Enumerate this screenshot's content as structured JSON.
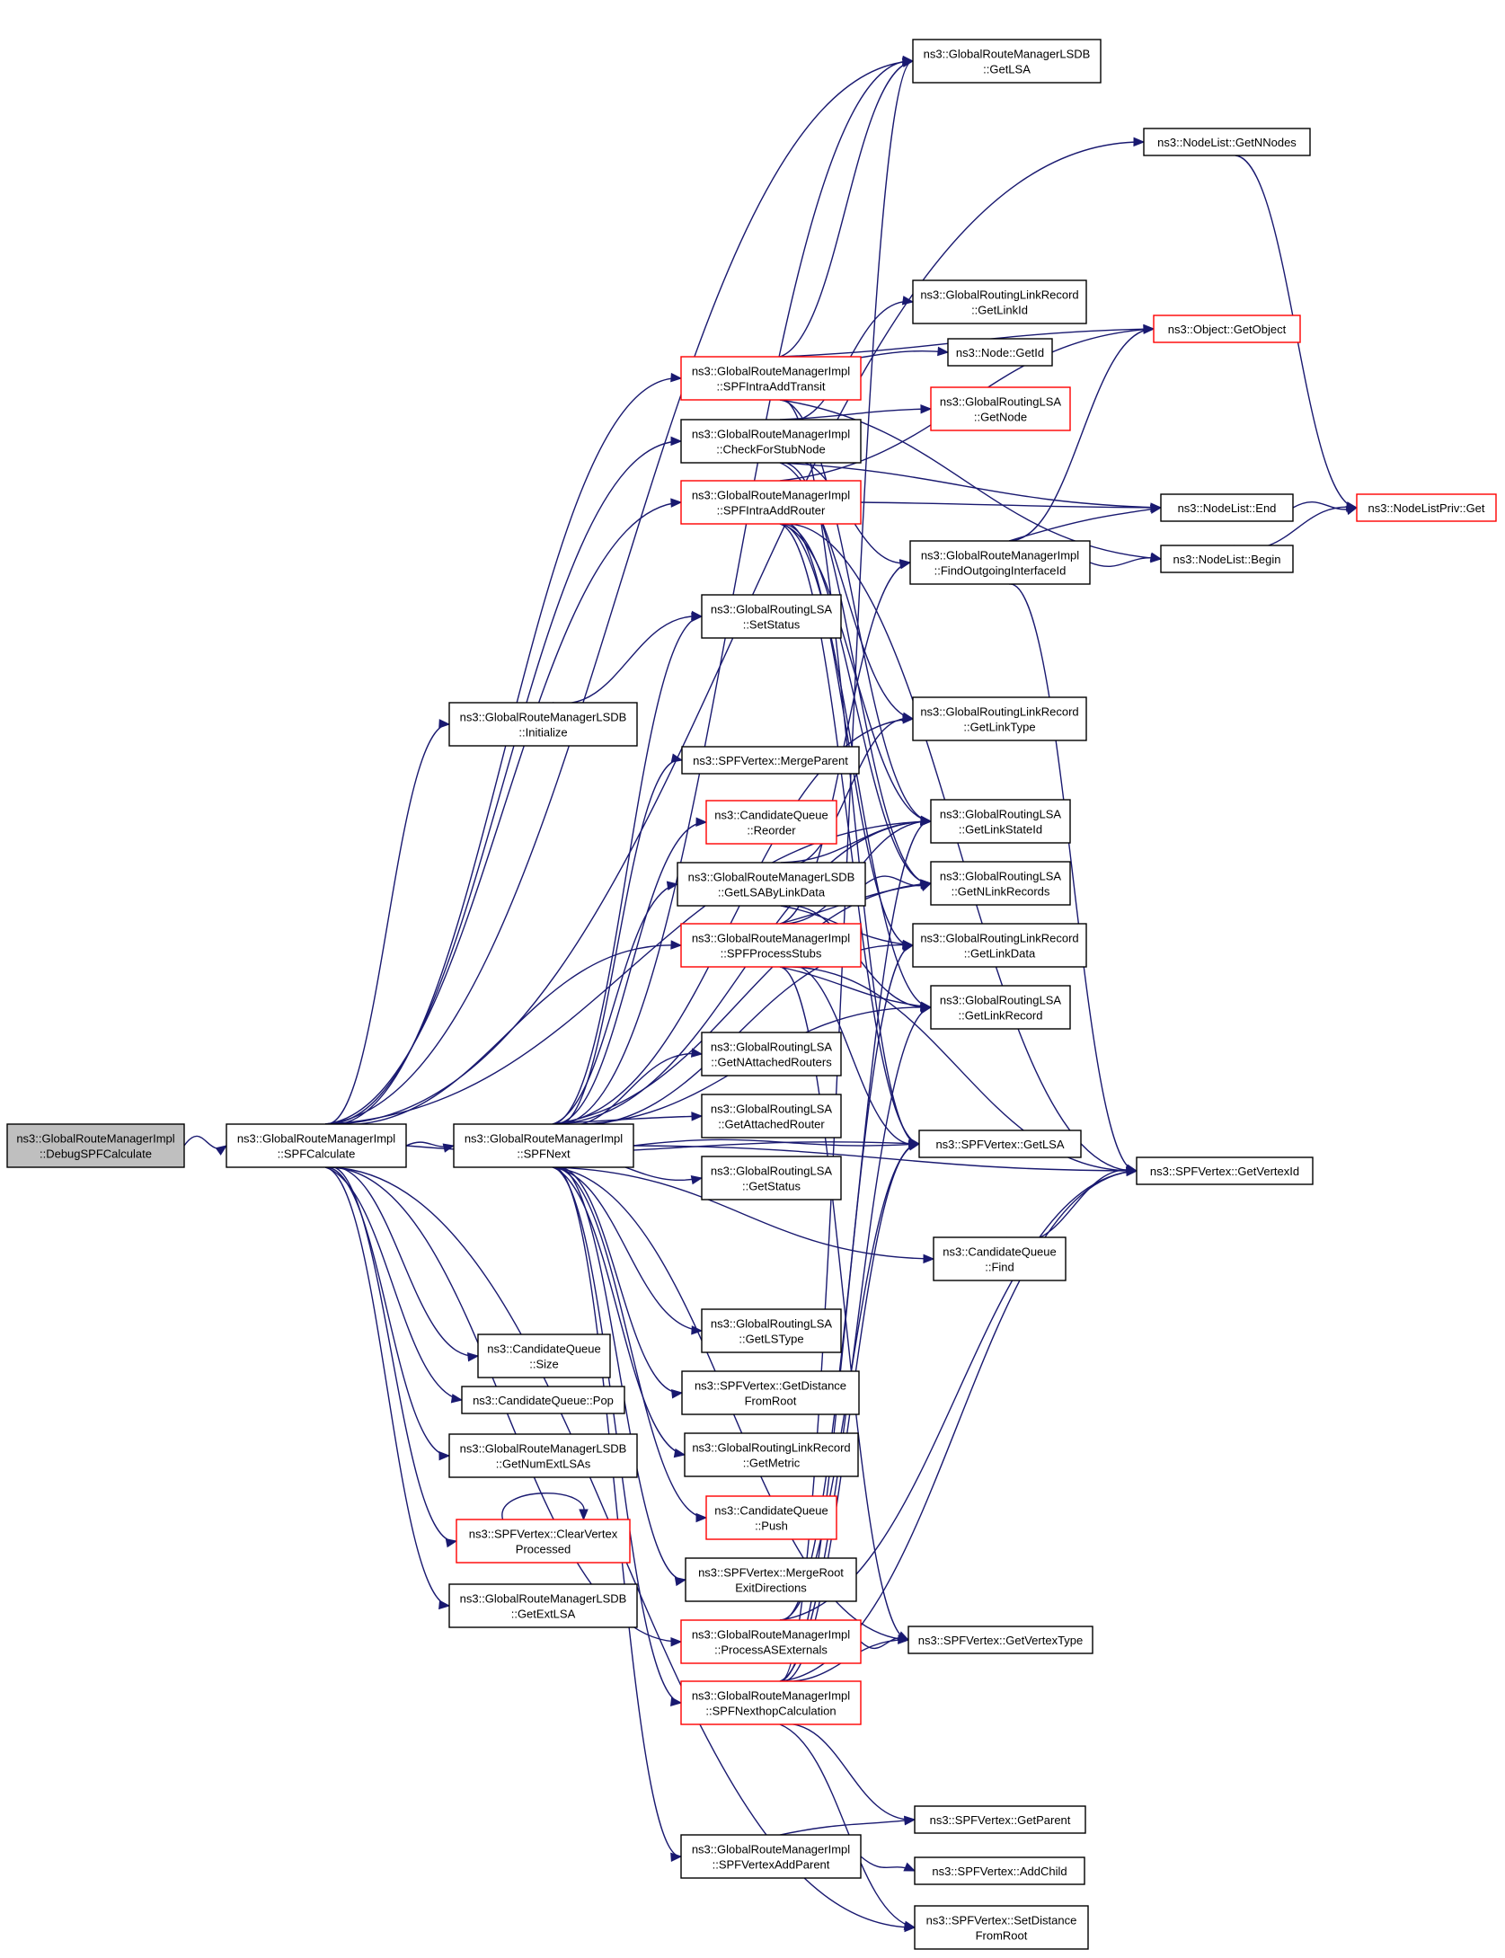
{
  "colors": {
    "edge": "#191970",
    "node_border": "#000000",
    "node_border_truncated": "#ff0000",
    "root_fill": "#bfbfbf",
    "node_fill": "#ffffff"
  },
  "nodes": [
    {
      "id": "debug",
      "lines": [
        "ns3::GlobalRouteManagerImpl",
        "::DebugSPFCalculate"
      ],
      "style": "root"
    },
    {
      "id": "spfcalc",
      "lines": [
        "ns3::GlobalRouteManagerImpl",
        "::SPFCalculate"
      ],
      "style": "normal"
    },
    {
      "id": "lsdb_init",
      "lines": [
        "ns3::GlobalRouteManagerLSDB",
        "::Initialize"
      ],
      "style": "normal"
    },
    {
      "id": "cq_size",
      "lines": [
        "ns3::CandidateQueue",
        "::Size"
      ],
      "style": "normal"
    },
    {
      "id": "cq_pop",
      "lines": [
        "ns3::CandidateQueue::Pop"
      ],
      "style": "normal"
    },
    {
      "id": "lsdb_getnumext",
      "lines": [
        "ns3::GlobalRouteManagerLSDB",
        "::GetNumExtLSAs"
      ],
      "style": "normal"
    },
    {
      "id": "clearvertex",
      "lines": [
        "ns3::SPFVertex::ClearVertex",
        "Processed"
      ],
      "style": "truncated"
    },
    {
      "id": "lsdb_getext",
      "lines": [
        "ns3::GlobalRouteManagerLSDB",
        "::GetExtLSA"
      ],
      "style": "normal"
    },
    {
      "id": "spfnext",
      "lines": [
        "ns3::GlobalRouteManagerImpl",
        "::SPFNext"
      ],
      "style": "normal"
    },
    {
      "id": "intra_transit",
      "lines": [
        "ns3::GlobalRouteManagerImpl",
        "::SPFIntraAddTransit"
      ],
      "style": "truncated"
    },
    {
      "id": "checkstub",
      "lines": [
        "ns3::GlobalRouteManagerImpl",
        "::CheckForStubNode"
      ],
      "style": "normal"
    },
    {
      "id": "intra_router",
      "lines": [
        "ns3::GlobalRouteManagerImpl",
        "::SPFIntraAddRouter"
      ],
      "style": "truncated"
    },
    {
      "id": "lsa_setstatus",
      "lines": [
        "ns3::GlobalRoutingLSA",
        "::SetStatus"
      ],
      "style": "normal"
    },
    {
      "id": "mergeparent",
      "lines": [
        "ns3::SPFVertex::MergeParent"
      ],
      "style": "normal"
    },
    {
      "id": "cq_reorder",
      "lines": [
        "ns3::CandidateQueue",
        "::Reorder"
      ],
      "style": "truncated"
    },
    {
      "id": "lsdb_getbylink",
      "lines": [
        "ns3::GlobalRouteManagerLSDB",
        "::GetLSAByLinkData"
      ],
      "style": "normal"
    },
    {
      "id": "processstubs",
      "lines": [
        "ns3::GlobalRouteManagerImpl",
        "::SPFProcessStubs"
      ],
      "style": "truncated"
    },
    {
      "id": "getnattached",
      "lines": [
        "ns3::GlobalRoutingLSA",
        "::GetNAttachedRouters"
      ],
      "style": "normal"
    },
    {
      "id": "getattached",
      "lines": [
        "ns3::GlobalRoutingLSA",
        "::GetAttachedRouter"
      ],
      "style": "normal"
    },
    {
      "id": "getstatus",
      "lines": [
        "ns3::GlobalRoutingLSA",
        "::GetStatus"
      ],
      "style": "normal"
    },
    {
      "id": "getlstype",
      "lines": [
        "ns3::GlobalRoutingLSA",
        "::GetLSType"
      ],
      "style": "normal"
    },
    {
      "id": "getdistance",
      "lines": [
        "ns3::SPFVertex::GetDistance",
        "FromRoot"
      ],
      "style": "normal"
    },
    {
      "id": "getmetric",
      "lines": [
        "ns3::GlobalRoutingLinkRecord",
        "::GetMetric"
      ],
      "style": "normal"
    },
    {
      "id": "cq_push",
      "lines": [
        "ns3::CandidateQueue",
        "::Push"
      ],
      "style": "truncated"
    },
    {
      "id": "mergeroot",
      "lines": [
        "ns3::SPFVertex::MergeRoot",
        "ExitDirections"
      ],
      "style": "normal"
    },
    {
      "id": "processasext",
      "lines": [
        "ns3::GlobalRouteManagerImpl",
        "::ProcessASExternals"
      ],
      "style": "truncated"
    },
    {
      "id": "nexthopcalc",
      "lines": [
        "ns3::GlobalRouteManagerImpl",
        "::SPFNexthopCalculation"
      ],
      "style": "truncated"
    },
    {
      "id": "vertexaddparent",
      "lines": [
        "ns3::GlobalRouteManagerImpl",
        "::SPFVertexAddParent"
      ],
      "style": "normal"
    },
    {
      "id": "lsdb_getlsa",
      "lines": [
        "ns3::GlobalRouteManagerLSDB",
        "::GetLSA"
      ],
      "style": "normal"
    },
    {
      "id": "linkrec_getlinkid",
      "lines": [
        "ns3::GlobalRoutingLinkRecord",
        "::GetLinkId"
      ],
      "style": "normal"
    },
    {
      "id": "node_getid",
      "lines": [
        "ns3::Node::GetId"
      ],
      "style": "normal"
    },
    {
      "id": "lsa_getnode",
      "lines": [
        "ns3::GlobalRoutingLSA",
        "::GetNode"
      ],
      "style": "truncated"
    },
    {
      "id": "findoutgoing",
      "lines": [
        "ns3::GlobalRouteManagerImpl",
        "::FindOutgoingInterfaceId"
      ],
      "style": "normal"
    },
    {
      "id": "linkrec_getlinktype",
      "lines": [
        "ns3::GlobalRoutingLinkRecord",
        "::GetLinkType"
      ],
      "style": "normal"
    },
    {
      "id": "lsa_getlinkstateid",
      "lines": [
        "ns3::GlobalRoutingLSA",
        "::GetLinkStateId"
      ],
      "style": "normal"
    },
    {
      "id": "lsa_getnlinkrecords",
      "lines": [
        "ns3::GlobalRoutingLSA",
        "::GetNLinkRecords"
      ],
      "style": "normal"
    },
    {
      "id": "linkrec_getlinkdata",
      "lines": [
        "ns3::GlobalRoutingLinkRecord",
        "::GetLinkData"
      ],
      "style": "normal"
    },
    {
      "id": "lsa_getlinkrecord",
      "lines": [
        "ns3::GlobalRoutingLSA",
        "::GetLinkRecord"
      ],
      "style": "normal"
    },
    {
      "id": "vertex_getlsa",
      "lines": [
        "ns3::SPFVertex::GetLSA"
      ],
      "style": "normal"
    },
    {
      "id": "cq_find",
      "lines": [
        "ns3::CandidateQueue",
        "::Find"
      ],
      "style": "normal"
    },
    {
      "id": "getvertextype",
      "lines": [
        "ns3::SPFVertex::GetVertexType"
      ],
      "style": "normal"
    },
    {
      "id": "getparent",
      "lines": [
        "ns3::SPFVertex::GetParent"
      ],
      "style": "normal"
    },
    {
      "id": "addchild",
      "lines": [
        "ns3::SPFVertex::AddChild"
      ],
      "style": "normal"
    },
    {
      "id": "setdistance",
      "lines": [
        "ns3::SPFVertex::SetDistance",
        "FromRoot"
      ],
      "style": "normal"
    },
    {
      "id": "nodelist_getnnodes",
      "lines": [
        "ns3::NodeList::GetNNodes"
      ],
      "style": "normal"
    },
    {
      "id": "object_getobject",
      "lines": [
        "ns3::Object::GetObject"
      ],
      "style": "truncated"
    },
    {
      "id": "nodelist_end",
      "lines": [
        "ns3::NodeList::End"
      ],
      "style": "normal"
    },
    {
      "id": "nodelist_begin",
      "lines": [
        "ns3::NodeList::Begin"
      ],
      "style": "normal"
    },
    {
      "id": "getvertexid",
      "lines": [
        "ns3::SPFVertex::GetVertexId"
      ],
      "style": "normal"
    },
    {
      "id": "nodelistpriv_get",
      "lines": [
        "ns3::NodeListPriv::Get"
      ],
      "style": "truncated"
    }
  ],
  "edges": [
    [
      "debug",
      "spfcalc"
    ],
    [
      "spfcalc",
      "lsdb_init"
    ],
    [
      "spfcalc",
      "cq_size"
    ],
    [
      "spfcalc",
      "cq_pop"
    ],
    [
      "spfcalc",
      "lsdb_getnumext"
    ],
    [
      "spfcalc",
      "clearvertex"
    ],
    [
      "spfcalc",
      "lsdb_getext"
    ],
    [
      "spfcalc",
      "spfnext"
    ],
    [
      "spfcalc",
      "intra_transit"
    ],
    [
      "spfcalc",
      "checkstub"
    ],
    [
      "spfcalc",
      "intra_router"
    ],
    [
      "spfcalc",
      "processstubs"
    ],
    [
      "spfcalc",
      "processasext"
    ],
    [
      "spfcalc",
      "lsdb_getlsa"
    ],
    [
      "spfcalc",
      "nodelist_getnnodes"
    ],
    [
      "spfcalc",
      "lsa_getlinkstateid"
    ],
    [
      "spfcalc",
      "vertex_getlsa"
    ],
    [
      "spfcalc",
      "setdistance"
    ],
    [
      "clearvertex",
      "clearvertex"
    ],
    [
      "lsdb_init",
      "lsa_setstatus"
    ],
    [
      "spfnext",
      "lsa_setstatus"
    ],
    [
      "spfnext",
      "mergeparent"
    ],
    [
      "spfnext",
      "cq_reorder"
    ],
    [
      "spfnext",
      "lsdb_getbylink"
    ],
    [
      "spfnext",
      "getnattached"
    ],
    [
      "spfnext",
      "getattached"
    ],
    [
      "spfnext",
      "getstatus"
    ],
    [
      "spfnext",
      "getlstype"
    ],
    [
      "spfnext",
      "getdistance"
    ],
    [
      "spfnext",
      "getmetric"
    ],
    [
      "spfnext",
      "cq_push"
    ],
    [
      "spfnext",
      "mergeroot"
    ],
    [
      "spfnext",
      "nexthopcalc"
    ],
    [
      "spfnext",
      "vertexaddparent"
    ],
    [
      "spfnext",
      "lsdb_getlsa"
    ],
    [
      "spfnext",
      "cq_find"
    ],
    [
      "spfnext",
      "vertex_getlsa"
    ],
    [
      "spfnext",
      "getvertextype"
    ],
    [
      "spfnext",
      "lsa_getlinkstateid"
    ],
    [
      "spfnext",
      "lsa_getnlinkrecords"
    ],
    [
      "spfnext",
      "lsa_getlinkrecord"
    ],
    [
      "spfnext",
      "linkrec_getlinktype"
    ],
    [
      "spfnext",
      "linkrec_getlinkdata"
    ],
    [
      "spfnext",
      "getvertexid"
    ],
    [
      "intra_transit",
      "lsdb_getlsa"
    ],
    [
      "intra_transit",
      "node_getid"
    ],
    [
      "intra_transit",
      "object_getobject"
    ],
    [
      "intra_transit",
      "nodelist_begin"
    ],
    [
      "intra_transit",
      "lsa_getlinkstateid"
    ],
    [
      "intra_transit",
      "vertex_getlsa"
    ],
    [
      "checkstub",
      "linkrec_getlinkid"
    ],
    [
      "checkstub",
      "lsa_getnode"
    ],
    [
      "checkstub",
      "findoutgoing"
    ],
    [
      "checkstub",
      "nodelist_end"
    ],
    [
      "checkstub",
      "lsa_getnlinkrecords"
    ],
    [
      "checkstub",
      "linkrec_getlinktype"
    ],
    [
      "intra_router",
      "nodelist_end"
    ],
    [
      "intra_router",
      "object_getobject"
    ],
    [
      "intra_router",
      "lsa_getlinkstateid"
    ],
    [
      "intra_router",
      "lsa_getnlinkrecords"
    ],
    [
      "intra_router",
      "linkrec_getlinkdata"
    ],
    [
      "intra_router",
      "lsa_getlinkrecord"
    ],
    [
      "intra_router",
      "getvertexid"
    ],
    [
      "intra_router",
      "vertex_getlsa"
    ],
    [
      "lsdb_getbylink",
      "lsa_getlinkstateid"
    ],
    [
      "lsdb_getbylink",
      "lsa_getnlinkrecords"
    ],
    [
      "lsdb_getbylink",
      "linkrec_getlinkdata"
    ],
    [
      "lsdb_getbylink",
      "lsa_getlinkrecord"
    ],
    [
      "lsdb_getbylink",
      "linkrec_getlinktype"
    ],
    [
      "processstubs",
      "lsa_getlinkstateid"
    ],
    [
      "processstubs",
      "lsa_getnlinkrecords"
    ],
    [
      "processstubs",
      "lsa_getlinkrecord"
    ],
    [
      "processstubs",
      "getvertexid"
    ],
    [
      "processstubs",
      "vertex_getlsa"
    ],
    [
      "processstubs",
      "getvertextype"
    ],
    [
      "processstubs",
      "findoutgoing"
    ],
    [
      "processasext",
      "getvertextype"
    ],
    [
      "processasext",
      "vertex_getlsa"
    ],
    [
      "processasext",
      "getvertexid"
    ],
    [
      "processasext",
      "lsa_getlinkstateid"
    ],
    [
      "nexthopcalc",
      "getparent"
    ],
    [
      "nexthopcalc",
      "setdistance"
    ],
    [
      "nexthopcalc",
      "getvertextype"
    ],
    [
      "nexthopcalc",
      "getvertexid"
    ],
    [
      "nexthopcalc",
      "vertex_getlsa"
    ],
    [
      "nexthopcalc",
      "linkrec_getlinkdata"
    ],
    [
      "nexthopcalc",
      "lsa_getlinkrecord"
    ],
    [
      "nexthopcalc",
      "lsdb_getlsa"
    ],
    [
      "vertexaddparent",
      "getparent"
    ],
    [
      "vertexaddparent",
      "addchild"
    ],
    [
      "findoutgoing",
      "object_getobject"
    ],
    [
      "findoutgoing",
      "nodelist_end"
    ],
    [
      "findoutgoing",
      "nodelist_begin"
    ],
    [
      "findoutgoing",
      "getvertexid"
    ],
    [
      "cq_find",
      "getvertexid"
    ],
    [
      "nodelist_getnnodes",
      "nodelistpriv_get"
    ],
    [
      "nodelist_end",
      "nodelistpriv_get"
    ],
    [
      "nodelist_begin",
      "nodelistpriv_get"
    ]
  ]
}
